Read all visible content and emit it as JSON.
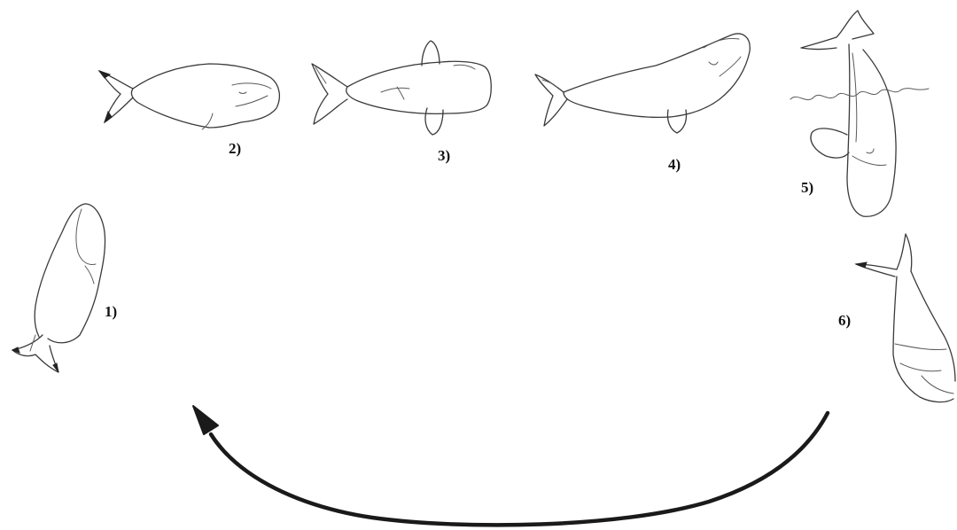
{
  "labels": {
    "step1": "1)",
    "step2": "2)",
    "step3": "3)",
    "step4": "4)",
    "step5": "5)",
    "step6": "6)"
  },
  "colors": {
    "ink": "#3a3a3a",
    "arrow": "#1a1a1a",
    "background": "#ffffff"
  },
  "icons": {
    "whale1": "whale-rising-vertical-icon",
    "whale2": "whale-swimming-icon",
    "whale3": "whale-top-view-icon",
    "whale4": "whale-swimming-icon",
    "whale5": "whale-diving-at-surface-icon",
    "whale6": "whale-descending-icon",
    "cycle_arrow": "curved-return-arrow-icon"
  }
}
